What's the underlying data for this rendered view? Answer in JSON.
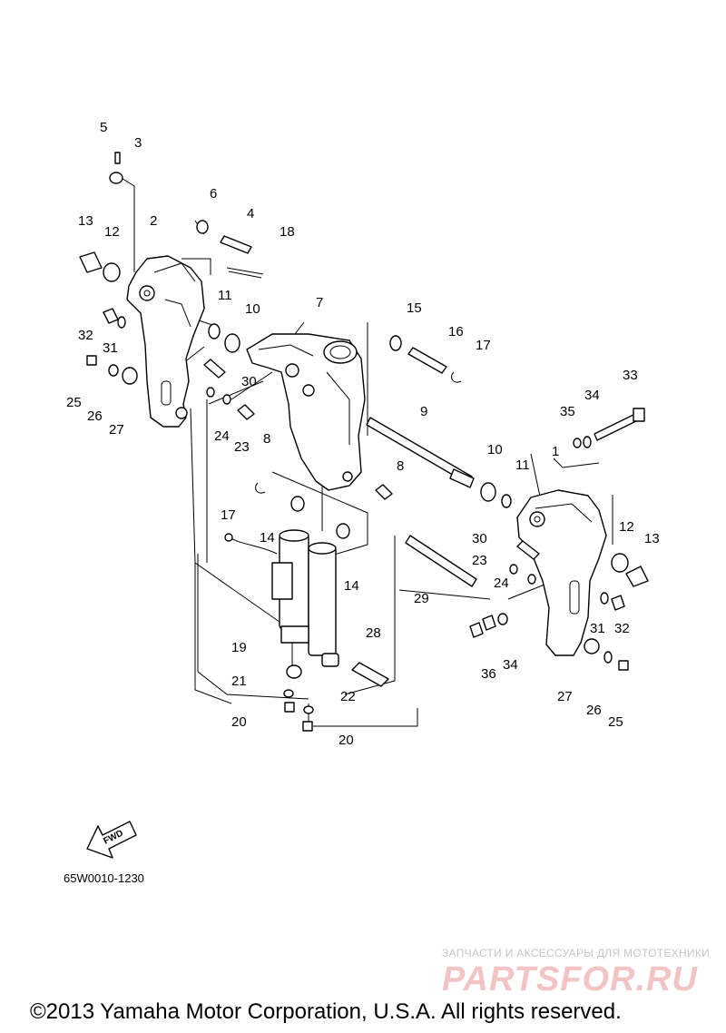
{
  "diagram": {
    "code": "65W0010-1230",
    "fwd_label": "FWD",
    "callouts": [
      "5",
      "3",
      "6",
      "4",
      "2",
      "13",
      "12",
      "18",
      "11",
      "10",
      "7",
      "15",
      "16",
      "17",
      "32",
      "31",
      "30",
      "25",
      "26",
      "27",
      "24",
      "23",
      "8",
      "9",
      "33",
      "34",
      "35",
      "10",
      "11",
      "1",
      "8",
      "17",
      "14",
      "14",
      "30",
      "12",
      "13",
      "23",
      "24",
      "29",
      "31",
      "32",
      "28",
      "36",
      "34",
      "19",
      "21",
      "22",
      "20",
      "20",
      "27",
      "26",
      "25"
    ]
  },
  "watermark": {
    "caption": "ЗАПЧАСТИ И АКСЕССУАРЫ ДЛЯ МОТОТЕХНИКИ",
    "logo": "PARTSFOR.RU"
  },
  "copyright": "©2013 Yamaha Motor Corporation, U.S.A. All rights reserved."
}
